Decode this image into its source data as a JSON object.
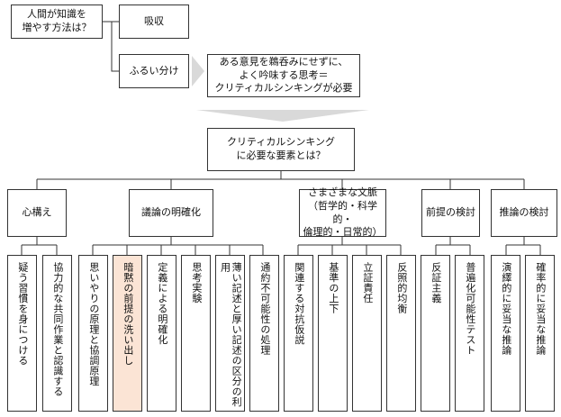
{
  "top": {
    "question": "人間が知識を\n増やす方法は？",
    "absorb": "吸収",
    "sift": "ふるい分け",
    "explanation": "ある意見を鵜呑みにせずに、\nよく吟味する思考＝\nクリティカルシンキングが必要"
  },
  "root": "クリティカルシンキング\nに必要な要素とは？",
  "categories": [
    {
      "label": "心構え",
      "items": [
        "疑う習慣を身につける",
        "協力的な共同作業と認識する"
      ]
    },
    {
      "label": "議論の明確化",
      "items": [
        "思いやりの原理と協調原理",
        "暗黙の前提の洗い出し",
        "定義による明確化",
        "思考実験",
        "薄い記述と厚い記述の区分の利用",
        "通約不可能性の処理"
      ]
    },
    {
      "label": "さまざまな文脈\n（哲学的・科学的・\n倫理的・日常的）",
      "items": [
        "関連する対抗仮説",
        "基準の上下",
        "立証責任",
        "反照的均衡"
      ]
    },
    {
      "label": "前提の検討",
      "items": [
        "反証主義",
        "普遍化可能性テスト"
      ]
    },
    {
      "label": "推論の検討",
      "items": [
        "演繹的に妥当な推論",
        "確率的に妥当な推論"
      ]
    }
  ],
  "highlight_color": "#fbe4d5"
}
